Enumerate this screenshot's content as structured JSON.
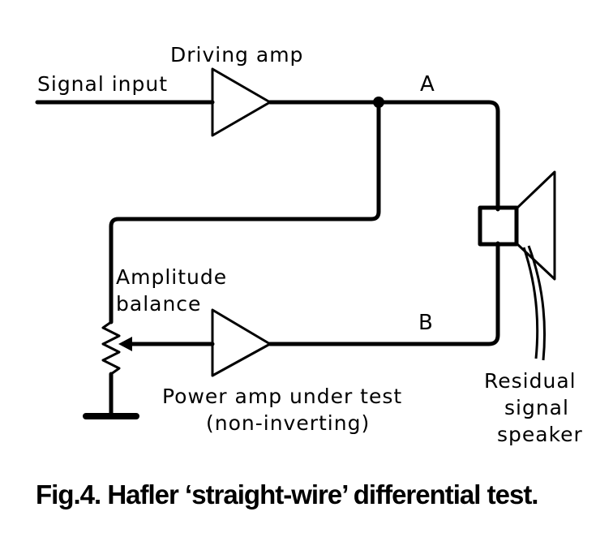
{
  "labels": {
    "driving_amp": "Driving amp",
    "signal_input": "Signal input",
    "node_a": "A",
    "node_b": "B",
    "amplitude_line1": "Amplitude",
    "amplitude_line2": "balance",
    "power_amp_line1": "Power amp under test",
    "power_amp_line2": "(non-inverting)",
    "residual_line1": "Residual",
    "residual_line2": "signal",
    "residual_line3": "speaker"
  },
  "caption": "Fig.4. Hafler ‘straight-wire’ differential test."
}
